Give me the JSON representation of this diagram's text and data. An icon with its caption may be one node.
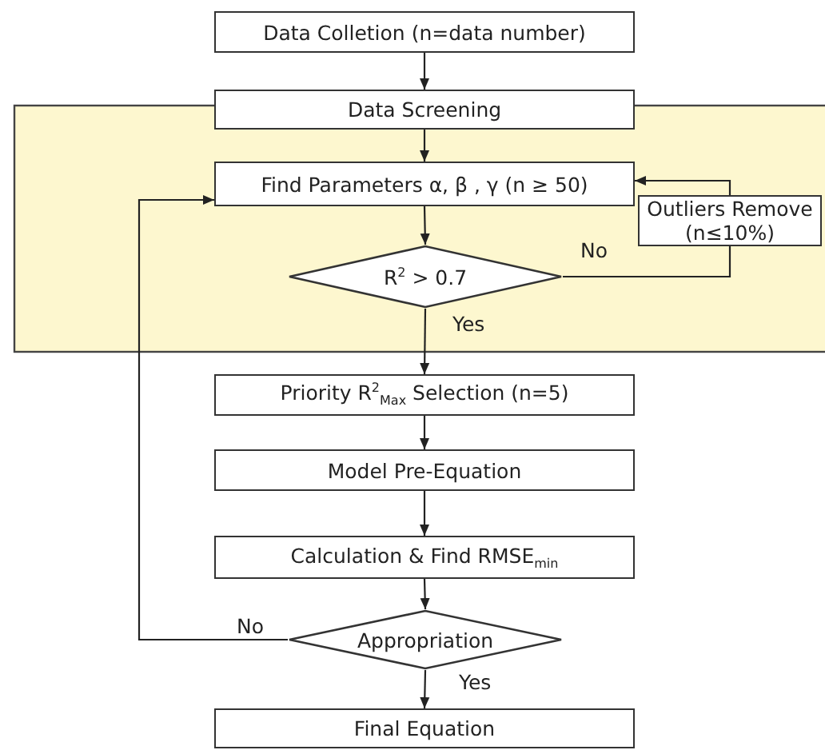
{
  "diagram": {
    "nodes": [
      {
        "text": [
          "Data Colletion (n=data number)"
        ]
      },
      {
        "text": [
          "Data Screening"
        ]
      },
      {
        "text": [
          "Find Parameters α, β , γ (n ≥ 50)"
        ]
      },
      {
        "text": [
          "Outliers Remove (n≤10%)"
        ]
      },
      {
        "text": [
          "R$^{2}$ > 0.7"
        ]
      },
      {
        "text": [
          "Priority R$^{2}$$_{Max}$ Selection (n=5)"
        ]
      },
      {
        "text": [
          "Model Pre-Equation"
        ]
      },
      {
        "text": [
          "Calculation & Find RMSE$_{min}$"
        ]
      },
      {
        "text": [
          "Appropriation"
        ]
      },
      {
        "text": [
          "Final Equation"
        ]
      }
    ],
    "edges": [
      {
        "from": 0,
        "to": 1,
        "arrow": "to"
      },
      {
        "from": 1,
        "to": 2,
        "arrow": "to"
      },
      {
        "from": 2,
        "to": 4,
        "arrow": "to"
      },
      {
        "from": 4,
        "to": 3,
        "label": "No",
        "arrow": "none"
      },
      {
        "from": 3,
        "to": 2,
        "arrow": "to"
      },
      {
        "from": 4,
        "to": 5,
        "label": "Yes",
        "arrow": "to"
      },
      {
        "from": 5,
        "to": 6,
        "arrow": "to"
      },
      {
        "from": 6,
        "to": 7,
        "arrow": "to"
      },
      {
        "from": 7,
        "to": 8,
        "arrow": "to"
      },
      {
        "from": 8,
        "to": 2,
        "label": "No",
        "arrow": "to"
      },
      {
        "from": 8,
        "to": 9,
        "label": "Yes",
        "arrow": "to"
      }
    ]
  }
}
